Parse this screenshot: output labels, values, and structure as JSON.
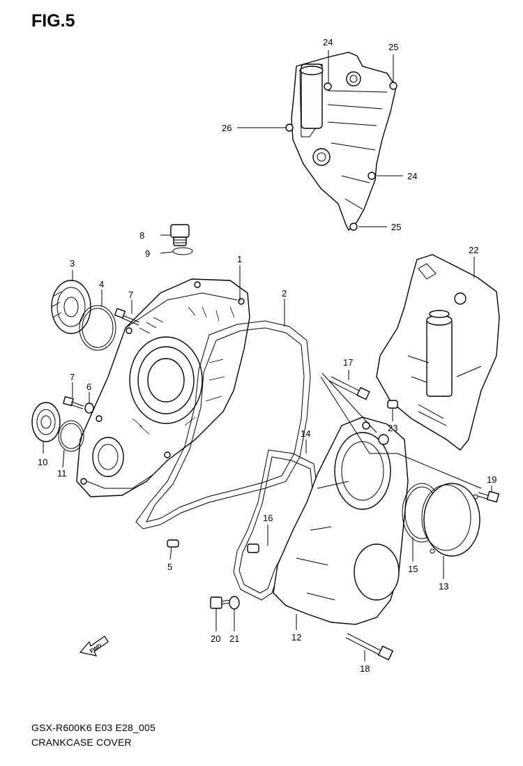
{
  "figure": {
    "title": "FIG.5"
  },
  "footer": {
    "model_code": "GSX-R600K6 E03 E28_005",
    "caption": "CRANKCASE COVER"
  },
  "fwd_label": "FWD",
  "callouts": {
    "c1": "1",
    "c2": "2",
    "c3": "3",
    "c4": "4",
    "c5": "5",
    "c6": "6",
    "c7a": "7",
    "c7b": "7",
    "c8": "8",
    "c9": "9",
    "c10": "10",
    "c11": "11",
    "c12": "12",
    "c13": "13",
    "c14": "14",
    "c15": "15",
    "c16": "16",
    "c17": "17",
    "c18": "18",
    "c19": "19",
    "c20": "20",
    "c21": "21",
    "c22": "22",
    "c23": "23",
    "c24a": "24",
    "c24b": "24",
    "c25a": "25",
    "c25b": "25",
    "c26": "26"
  }
}
